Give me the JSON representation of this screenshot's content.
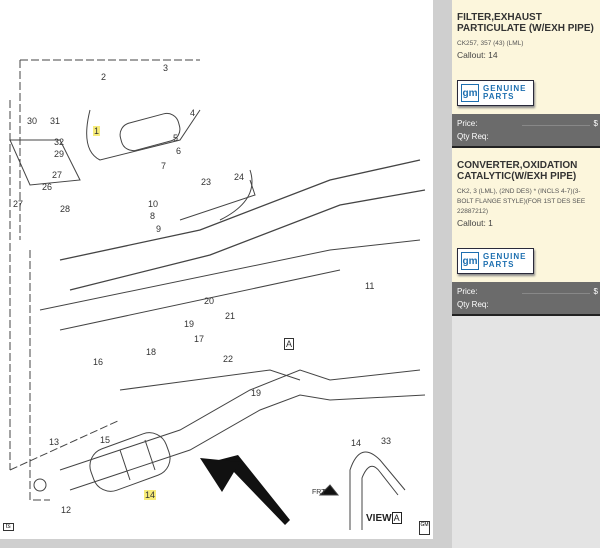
{
  "diagram": {
    "callouts": [
      "2",
      "3",
      "30",
      "31",
      "1",
      "32",
      "29",
      "27",
      "26",
      "27",
      "28",
      "4",
      "5",
      "6",
      "7",
      "23",
      "24",
      "10",
      "8",
      "9",
      "11",
      "20",
      "21",
      "19",
      "22",
      "17",
      "18",
      "16",
      "15",
      "13",
      "12",
      "14",
      "19",
      "14",
      "33",
      "A",
      "A"
    ],
    "view_label": "VIEW",
    "view_letter": "A",
    "frt_label": "FRT",
    "corner_tag": "ts",
    "gm_tag": "GM"
  },
  "parts": [
    {
      "title": "FILTER,EXHAUST PARTICULATE (W/EXH PIPE)",
      "description": "CK257, 357 (43) (LML)",
      "callout": "Callout: 14",
      "brand": {
        "logo": "gm",
        "line1": "GENUINE",
        "line2": "PARTS"
      },
      "price_label": "Price:",
      "price_value": "$",
      "qty_label": "Qty Req:"
    },
    {
      "title": "CONVERTER,OXIDATION CATALYTIC(W/EXH PIPE)",
      "description": "CK2, 3 (LML), (2ND DES) * (INCLS 4-7)(3-BOLT FLANGE STYLE)(FOR 1ST DES SEE 22887212)",
      "callout": "Callout: 1",
      "brand": {
        "logo": "gm",
        "line1": "GENUINE",
        "line2": "PARTS"
      },
      "price_label": "Price:",
      "price_value": "$",
      "qty_label": "Qty Req:"
    }
  ]
}
